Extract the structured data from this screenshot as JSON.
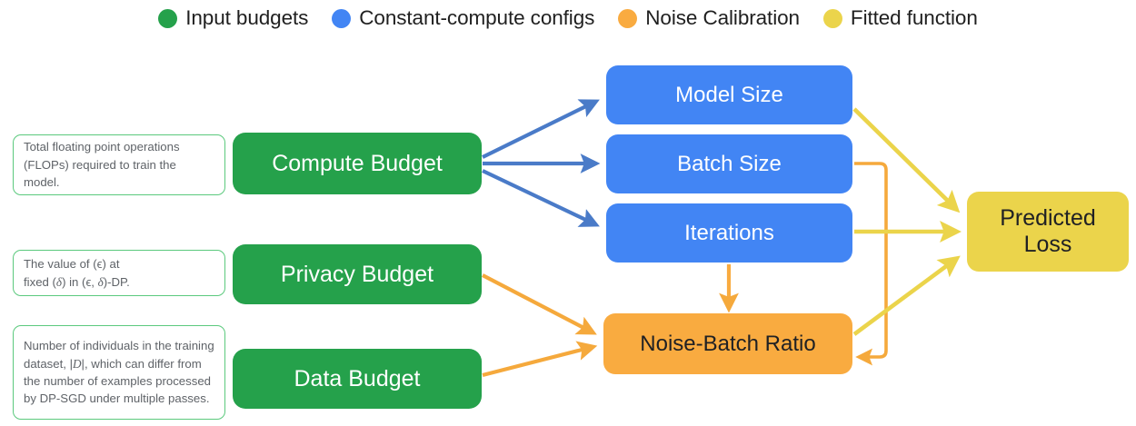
{
  "legend": {
    "items": [
      {
        "label": "Input budgets",
        "color": "#25A14B",
        "icon": "legend-dot-green"
      },
      {
        "label": "Constant-compute configs",
        "color": "#4285F4",
        "icon": "legend-dot-blue"
      },
      {
        "label": "Noise Calibration",
        "color": "#F9AB40",
        "icon": "legend-dot-orange"
      },
      {
        "label": "Fitted function",
        "color": "#EBD44B",
        "icon": "legend-dot-yellow"
      }
    ]
  },
  "descriptions": {
    "compute": "Total floating point operations (FLOPs) required to train the model.",
    "privacy_line1": "The value of (ϵ) at",
    "privacy_line2_a": "fixed (",
    "privacy_delta": "δ",
    "privacy_line2_b": ") in (",
    "privacy_eps2": "ϵ",
    "privacy_line2_c": ", ",
    "privacy_delta2": "δ",
    "privacy_line2_d": ")-DP.",
    "data_a": "Number of individuals in the training dataset, |",
    "data_var": "D",
    "data_b": "|, which can differ from the number of examples processed by DP-SGD under multiple passes."
  },
  "nodes": {
    "compute_budget": "Compute Budget",
    "privacy_budget": "Privacy Budget",
    "data_budget": "Data Budget",
    "model_size": "Model Size",
    "batch_size": "Batch Size",
    "iterations": "Iterations",
    "noise_batch_ratio": "Noise-Batch Ratio",
    "predicted_loss_line1": "Predicted",
    "predicted_loss_line2": "Loss"
  },
  "colors": {
    "green": "#25A14B",
    "blue": "#4285F4",
    "orange": "#F9AB40",
    "yellow": "#EBD44B",
    "green_outline": "#5BC97D",
    "desc_text": "#5f6368",
    "background": "#ffffff"
  },
  "edges": [
    {
      "from": "compute_budget",
      "to": "model_size",
      "color": "#4A7BC8"
    },
    {
      "from": "compute_budget",
      "to": "batch_size",
      "color": "#4A7BC8"
    },
    {
      "from": "compute_budget",
      "to": "iterations",
      "color": "#4A7BC8"
    },
    {
      "from": "privacy_budget",
      "to": "noise_batch_ratio",
      "color": "#F5A93C"
    },
    {
      "from": "data_budget",
      "to": "noise_batch_ratio",
      "color": "#F5A93C"
    },
    {
      "from": "iterations",
      "to": "noise_batch_ratio",
      "color": "#F9AB40"
    },
    {
      "from": "batch_size",
      "to": "noise_batch_ratio",
      "color": "#F5A93C"
    },
    {
      "from": "model_size",
      "to": "predicted_loss",
      "color": "#EBD44B"
    },
    {
      "from": "iterations",
      "to": "predicted_loss",
      "color": "#EBD44B"
    },
    {
      "from": "noise_batch_ratio",
      "to": "predicted_loss",
      "color": "#EBD44B"
    }
  ]
}
